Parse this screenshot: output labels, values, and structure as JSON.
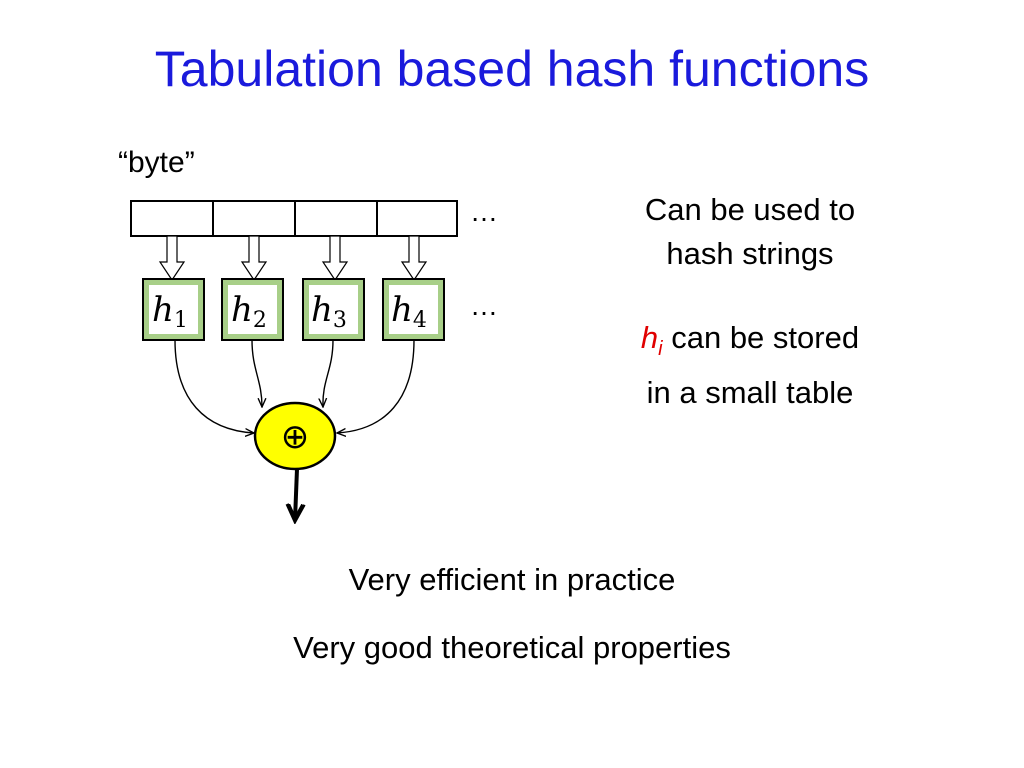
{
  "title": "Tabulation based hash functions",
  "byte_label": "“byte”",
  "ellipsis": "…",
  "hash_boxes": [
    {
      "letter": "h",
      "index": "1"
    },
    {
      "letter": "h",
      "index": "2"
    },
    {
      "letter": "h",
      "index": "3"
    },
    {
      "letter": "h",
      "index": "4"
    }
  ],
  "xor_symbol": "⊕",
  "side_note_1": {
    "line1": "Can be used to",
    "line2": "hash strings"
  },
  "side_note_2": {
    "var": "h",
    "sub": "i",
    "rest": " can be stored",
    "line2": "in a small table"
  },
  "bottom_1": "Very efficient in practice",
  "bottom_2": "Very good theoretical properties",
  "colors": {
    "title": "#1a1adc",
    "hbox_fill": "#a8cf88",
    "xor_fill": "#ffff00",
    "highlight": "#e00000"
  }
}
